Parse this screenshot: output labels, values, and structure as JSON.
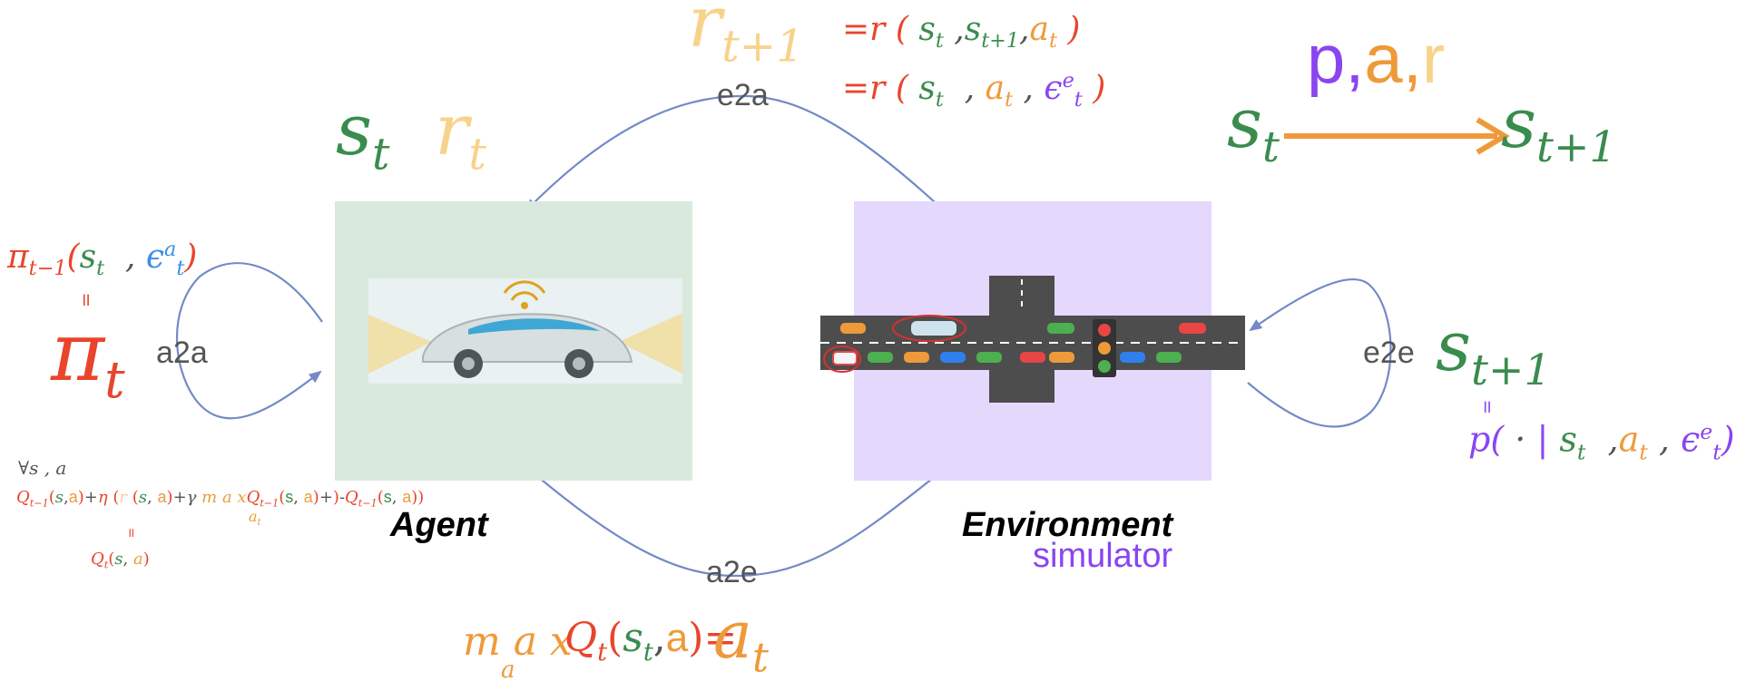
{
  "diagram": {
    "nodes": {
      "agent": {
        "label": "Agent"
      },
      "environment": {
        "label": "Environment",
        "sublabel": "simulator"
      }
    },
    "edges": {
      "e2a": "e2a",
      "a2e": "a2e",
      "a2a": "a2a",
      "e2e": "e2e"
    },
    "symbols": {
      "s": "s",
      "r": "r",
      "a": "a",
      "t": "t",
      "t1": "t+1",
      "tm1": "t−1",
      "pi": "π",
      "eps": "ϵ",
      "e": "e",
      "p": "p",
      "Q": "Q",
      "max": "m a x",
      "eq": "=",
      "eqv": "॥",
      "comma": ",",
      "lp": "(",
      "rp": ")",
      "forall": "∀s , a",
      "eta": "η",
      "gamma": "γ",
      "sa": "(s, a)",
      "plus": "+",
      "minus": "-",
      "dot": "·",
      "bar": "|",
      "s_sans": "s",
      "a_sans": "a"
    },
    "transition": {
      "p": "p",
      "a": "a",
      "r": "r",
      "comma": ","
    }
  },
  "colors": {
    "state": "#3a8c4e",
    "reward": "#f7d38a",
    "action": "#ee9a3a",
    "policy": "#e8452c",
    "model": "#8a45f0",
    "noise_agent": "#3d8ee6",
    "arrow": "#7489c8",
    "agent_box": "#d9e9de",
    "environment_box": "#e5d8fd"
  }
}
